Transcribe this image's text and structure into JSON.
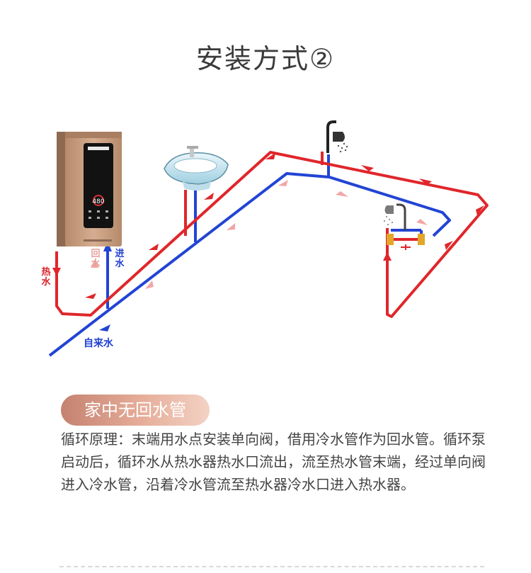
{
  "title": "安装方式②",
  "heater": {
    "display": "480"
  },
  "labels": {
    "hot_water": "热水",
    "return_water": "回水",
    "inlet": "进水",
    "tap_water": "自来水"
  },
  "section": {
    "badge": "家中无回水管",
    "description": "循环原理：末端用水点安装单向阀，借用冷水管作为回水管。循环泵启动后，循环水从热水器热水口流出，流至热水管末端，经过单向阀进入冷水管，沿着冷水管流至热水器冷水口进入热水器。"
  },
  "colors": {
    "hot_pipe": "#e0262b",
    "cold_pipe": "#2244d4",
    "return_arrow": "#f1a7a5",
    "badge": "#d8907c",
    "heater_body": "#c99c7e"
  }
}
